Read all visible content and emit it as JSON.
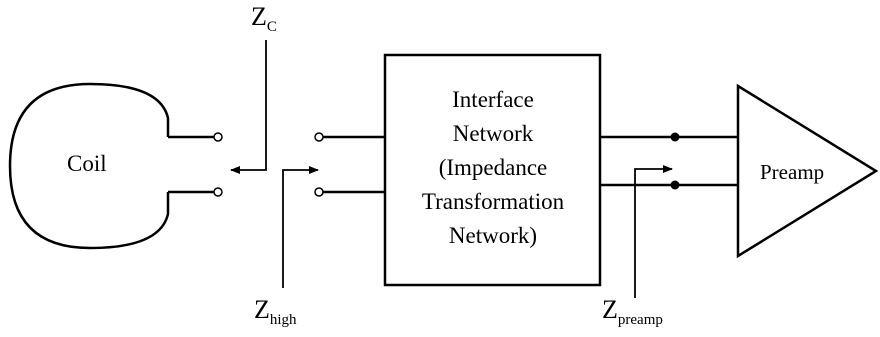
{
  "colors": {
    "line": "#000000",
    "background": "#ffffff"
  },
  "coil": {
    "label": "Coil"
  },
  "interface_network": {
    "lines": [
      "Interface",
      "Network",
      "(Impedance",
      "Transformation",
      "Network)"
    ]
  },
  "preamp": {
    "label": "Preamp"
  },
  "impedances": {
    "coil": {
      "symbol": "Z",
      "subscript": "C"
    },
    "high": {
      "symbol": "Z",
      "subscript": "high"
    },
    "preamp": {
      "symbol": "Z",
      "subscript": "preamp"
    }
  }
}
